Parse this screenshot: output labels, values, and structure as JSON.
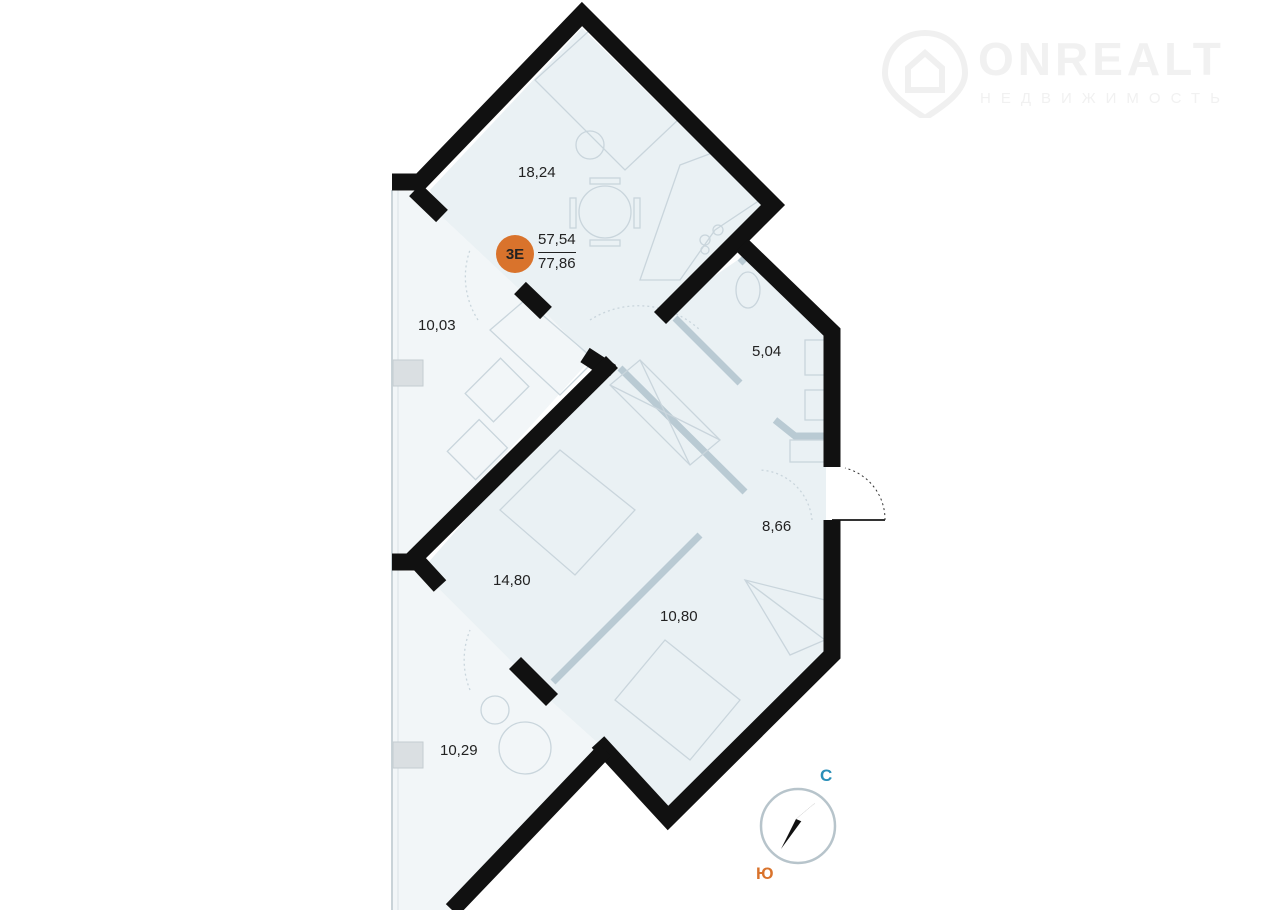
{
  "logo": {
    "name": "ONREALT",
    "tagline": "НЕДВИЖИМОСТЬ"
  },
  "apartment": {
    "badge": "3Е",
    "living_area": "57,54",
    "total_area": "77,86",
    "badge_color": "#d9732c"
  },
  "rooms": [
    {
      "id": "kitchen-living",
      "area": "18,24"
    },
    {
      "id": "balcony-1",
      "area": "10,03"
    },
    {
      "id": "bathroom",
      "area": "5,04"
    },
    {
      "id": "hallway",
      "area": "8,66"
    },
    {
      "id": "bedroom-1",
      "area": "14,80"
    },
    {
      "id": "bedroom-2",
      "area": "10,80"
    },
    {
      "id": "balcony-2",
      "area": "10,29"
    }
  ],
  "compass": {
    "north": "С",
    "south": "Ю",
    "north_color": "#2a8fb8",
    "south_color": "#d9732c"
  }
}
